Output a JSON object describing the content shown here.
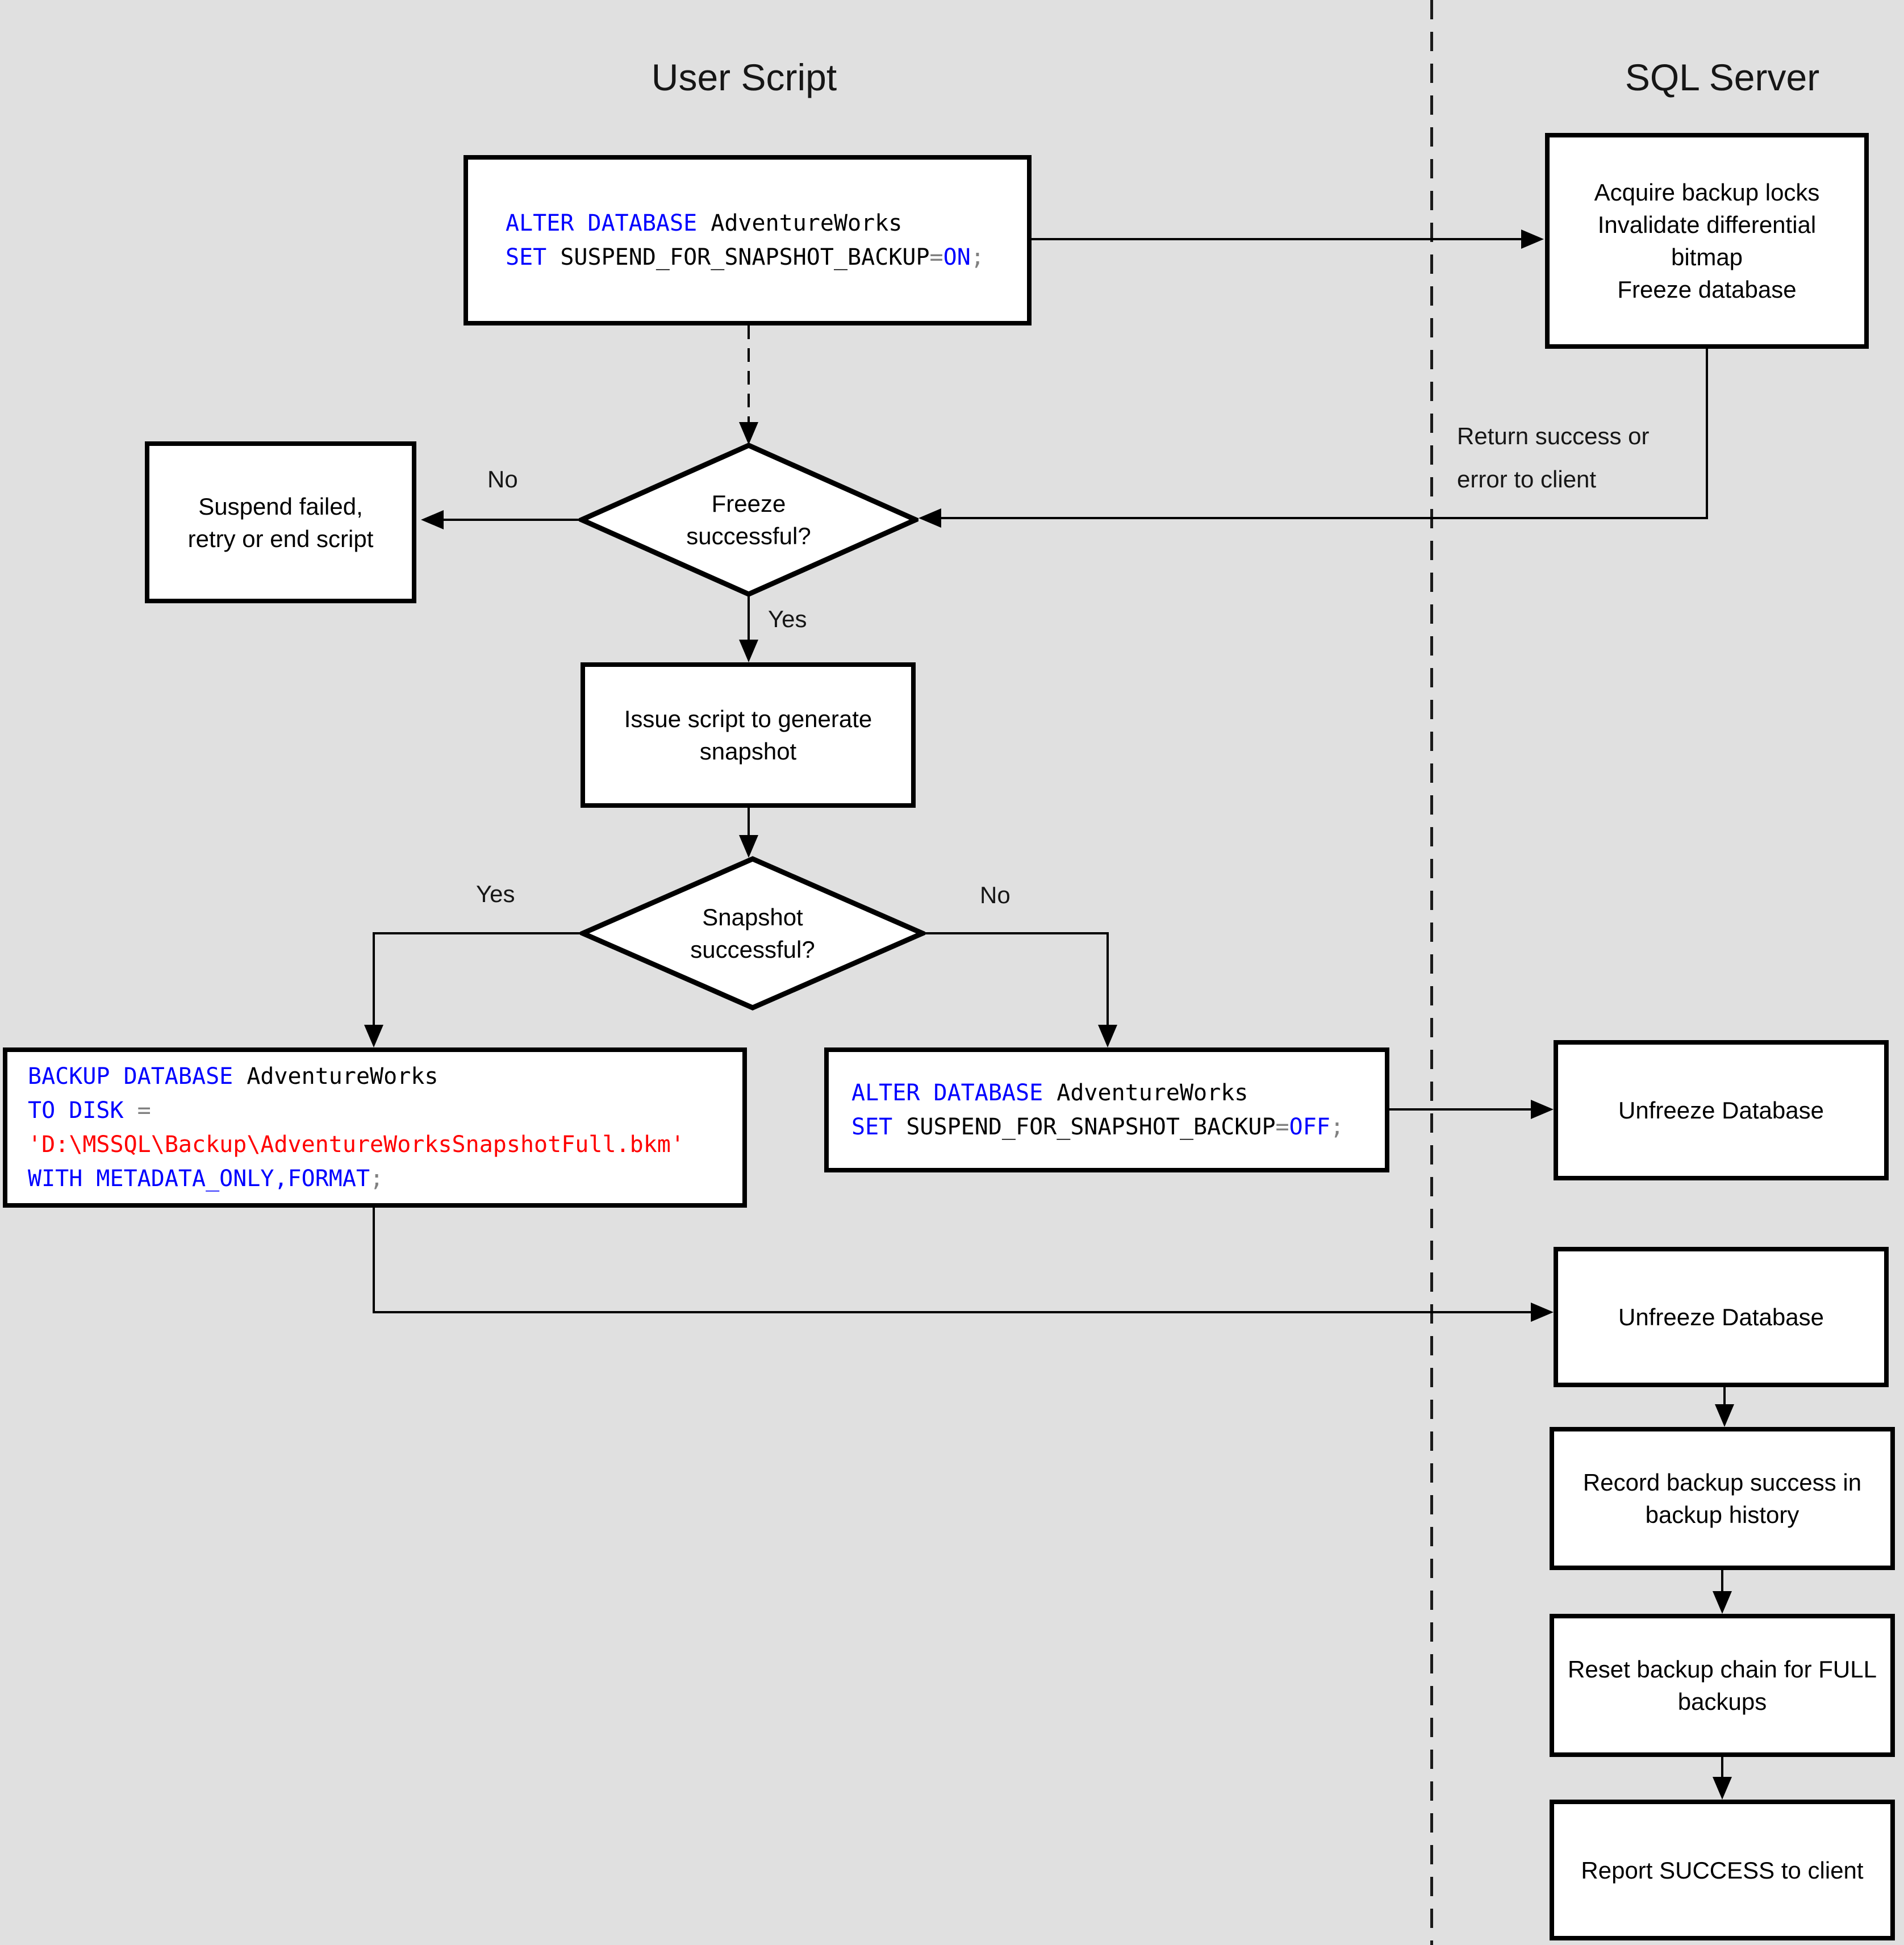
{
  "palette": {
    "background": "#e0e0e0",
    "box_fill": "#ffffff",
    "box_border": "#000000",
    "line": "#000000",
    "text": "#000000",
    "keyword_blue": "#0000ff",
    "identifier_black": "#000000",
    "operator_gray": "#808080",
    "string_red": "#ff0000"
  },
  "lanes": {
    "left_title": "User Script",
    "right_title": "SQL Server"
  },
  "labels": {
    "freeze_no": "No",
    "freeze_yes": "Yes",
    "snapshot_yes": "Yes",
    "snapshot_no": "No",
    "return_line1": "Return success or",
    "return_line2": "error to client"
  },
  "nodes": {
    "alter_on": {
      "code": [
        [
          {
            "t": "ALTER DATABASE ",
            "c": "kw"
          },
          {
            "t": "AdventureWorks",
            "c": "id"
          }
        ],
        [
          {
            "t": "SET ",
            "c": "kw"
          },
          {
            "t": "SUSPEND_FOR_SNAPSHOT_BACKUP",
            "c": "id"
          },
          {
            "t": "=",
            "c": "op"
          },
          {
            "t": "ON",
            "c": "kw"
          },
          {
            "t": ";",
            "c": "op"
          }
        ]
      ]
    },
    "acquire": {
      "lines": [
        "Acquire backup locks",
        "Invalidate differential",
        "bitmap",
        "Freeze database"
      ]
    },
    "suspend": {
      "lines": [
        "Suspend failed,",
        "retry or end script"
      ]
    },
    "freeze_decision": {
      "lines": [
        "Freeze",
        "successful?"
      ]
    },
    "issue": {
      "lines": [
        "Issue script to generate",
        "snapshot"
      ]
    },
    "snapshot_decision": {
      "lines": [
        "Snapshot",
        "successful?"
      ]
    },
    "backup": {
      "code": [
        [
          {
            "t": "BACKUP DATABASE ",
            "c": "kw"
          },
          {
            "t": "AdventureWorks",
            "c": "id"
          }
        ],
        [
          {
            "t": "TO DISK ",
            "c": "kw"
          },
          {
            "t": "=",
            "c": "op"
          }
        ],
        [
          {
            "t": "'D:\\MSSQL\\Backup\\AdventureWorksSnapshotFull.bkm'",
            "c": "str"
          }
        ],
        [
          {
            "t": "WITH METADATA_ONLY,FORMAT",
            "c": "kw"
          },
          {
            "t": ";",
            "c": "op"
          }
        ]
      ]
    },
    "alter_off": {
      "code": [
        [
          {
            "t": "ALTER DATABASE ",
            "c": "kw"
          },
          {
            "t": "AdventureWorks",
            "c": "id"
          }
        ],
        [
          {
            "t": "SET ",
            "c": "kw"
          },
          {
            "t": "SUSPEND_FOR_SNAPSHOT_BACKUP",
            "c": "id"
          },
          {
            "t": "=",
            "c": "op"
          },
          {
            "t": "OFF",
            "c": "kw"
          },
          {
            "t": ";",
            "c": "op"
          }
        ]
      ]
    },
    "unfreeze_1": {
      "label": "Unfreeze Database"
    },
    "unfreeze_2": {
      "label": "Unfreeze Database"
    },
    "record": {
      "lines": [
        "Record backup success in",
        "backup history"
      ]
    },
    "reset": {
      "lines": [
        "Reset backup chain for FULL",
        "backups"
      ]
    },
    "report": {
      "label": "Report SUCCESS to client"
    }
  }
}
